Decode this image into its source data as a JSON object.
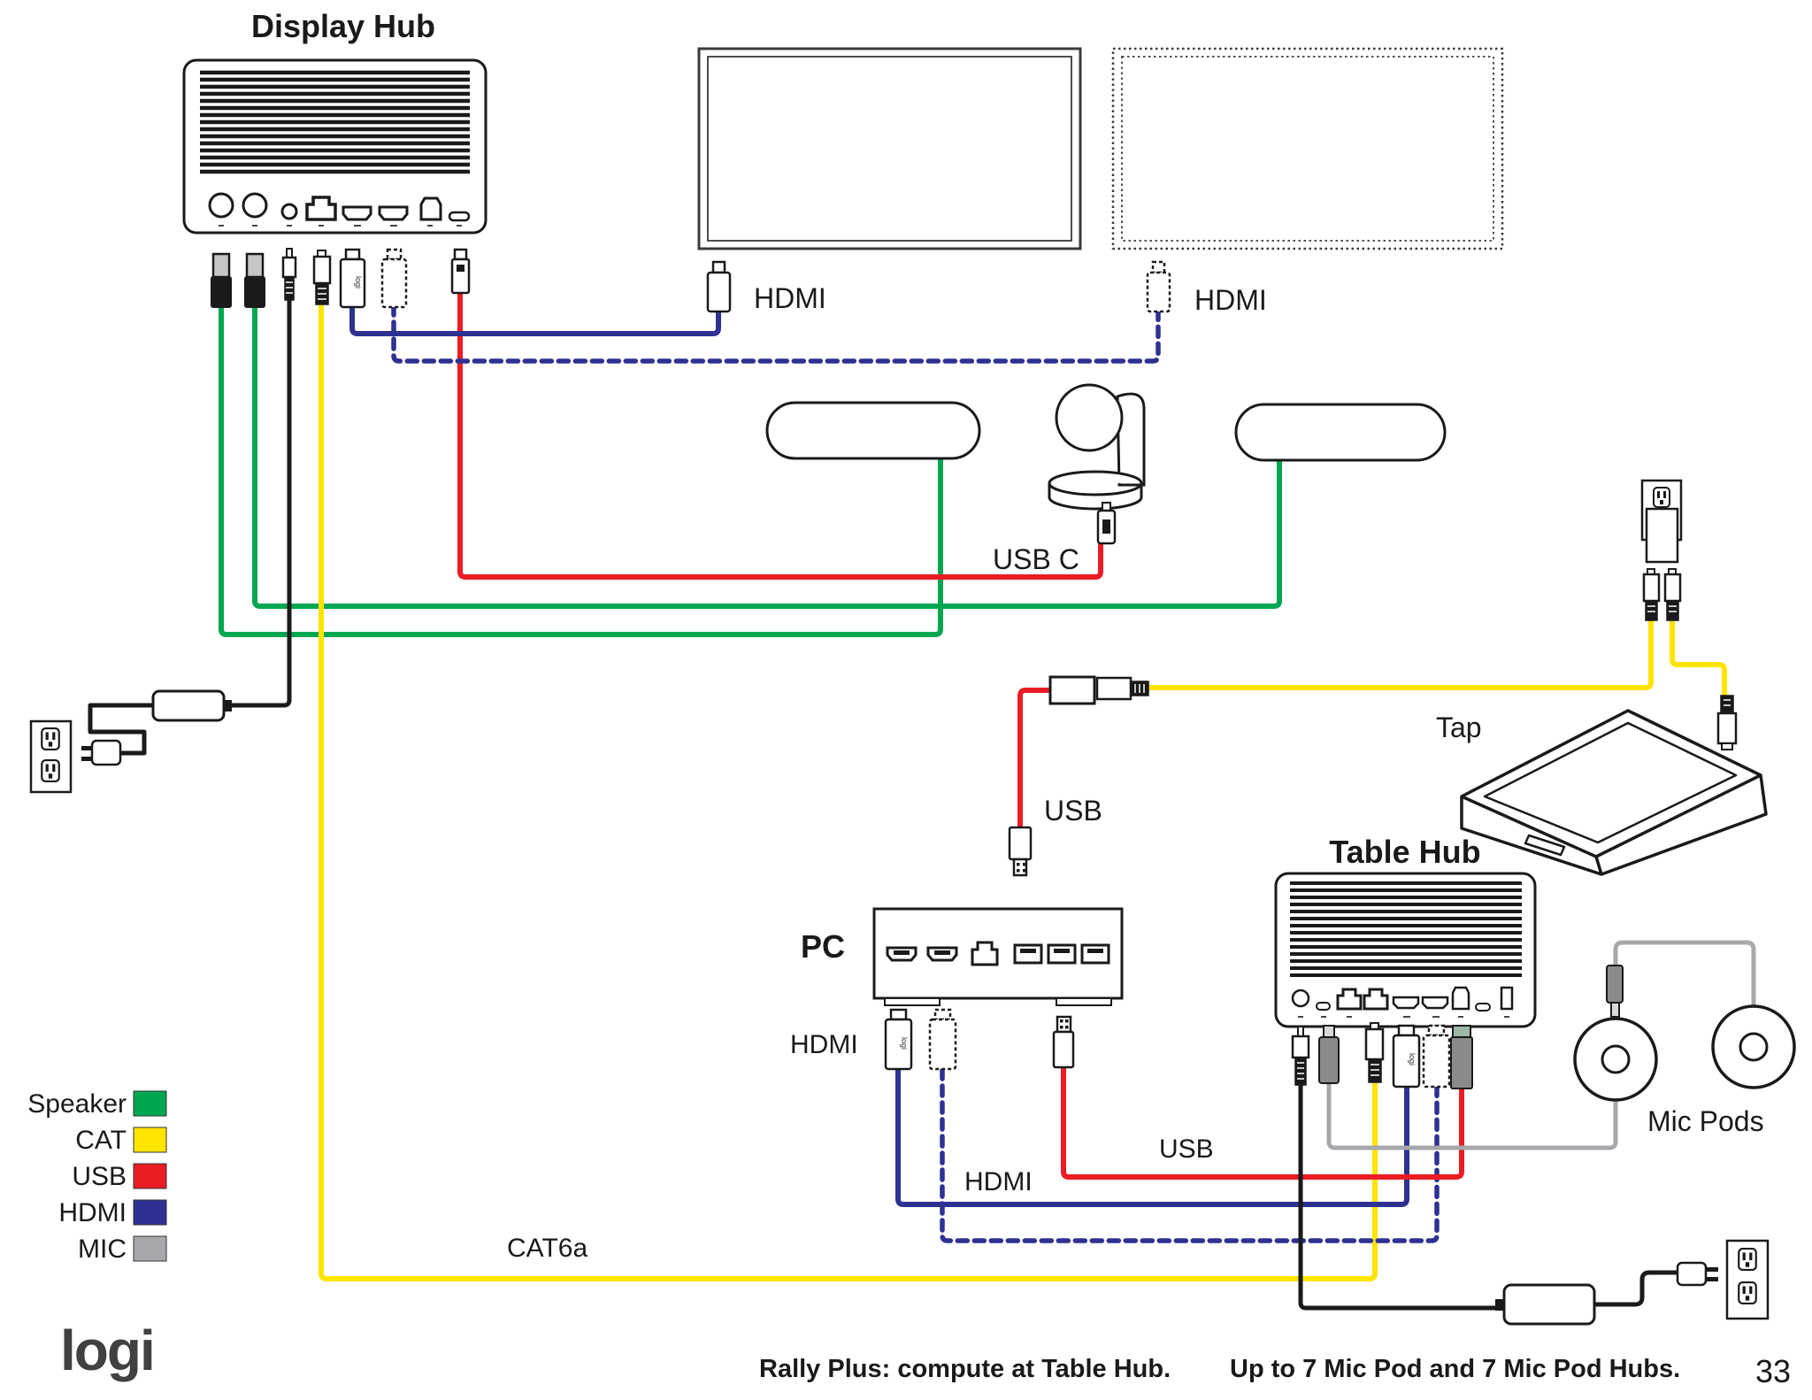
{
  "devices": {
    "display_hub": {
      "label": "Display Hub"
    },
    "table_hub": {
      "label": "Table Hub"
    },
    "tap": {
      "label": "Tap"
    },
    "pc": {
      "label": "PC"
    },
    "mic_pods": {
      "label": "Mic Pods"
    }
  },
  "cable_labels": {
    "hdmi_display_1": "HDMI",
    "hdmi_display_2": "HDMI",
    "usb_c_camera": "USB C",
    "usb_tap": "USB",
    "cat6a": "CAT6a",
    "hdmi_pc": "HDMI",
    "hdmi_pc_run": "HDMI",
    "usb_pc_run": "USB",
    "connector_brand": "logi"
  },
  "legend": {
    "items": [
      {
        "label": "Speaker",
        "color": "#00A651"
      },
      {
        "label": "CAT",
        "color": "#FFE400"
      },
      {
        "label": "USB",
        "color": "#EC1C24"
      },
      {
        "label": "HDMI",
        "color": "#2E3192"
      },
      {
        "label": "MIC",
        "color": "#A6A8AB"
      }
    ]
  },
  "colors": {
    "outline": "#1a1a1a",
    "mic_cable": "#9C9EA1",
    "connector_gray": "#8a8a8a",
    "connector_silver": "#d9d9d9",
    "usb_green_tip": "#9eb7a9"
  },
  "footer": {
    "caption_left": "Rally Plus: compute at Table Hub.",
    "caption_right": "Up to 7 Mic Pod and 7 Mic Pod Hubs.",
    "page_number": "33",
    "logo": "logi"
  }
}
